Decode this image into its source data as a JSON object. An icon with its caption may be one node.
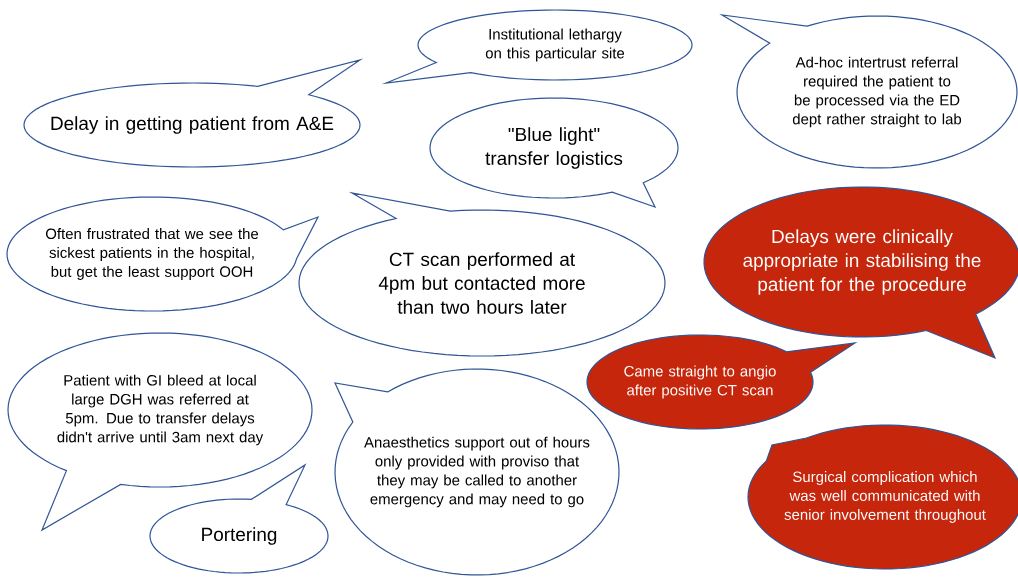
{
  "diagram": {
    "nodes": [
      {
        "text": [
          "Institutional lethargy on this particular site"
        ]
      },
      {
        "text": [
          "Delay in getting patient from A&E"
        ]
      },
      {
        "text": [
          "Ad-hoc intertrust referral required the patient to be processed via the ED dept rather straight to lab"
        ]
      },
      {
        "text": [
          "\"Blue light\" transfer logistics"
        ]
      },
      {
        "text": [
          "Often frustrated that we see the sickest patients in the hospital, but get the least support OOH"
        ]
      },
      {
        "text": [
          "CT scan performed at 4pm but contacted more than two hours later"
        ]
      },
      {
        "text": [
          "Delays were clinically appropriate in stabilising the patient for the procedure"
        ]
      },
      {
        "text": [
          "Came straight to angio after positive CT scan"
        ]
      },
      {
        "text": [
          "Patient with GI bleed at local large DGH was referred at 5pm. Due to transfer delays didn't arrive until 3am next day"
        ]
      },
      {
        "text": [
          "Portering"
        ]
      },
      {
        "text": [
          "Anaesthetics support out of hours only provided with proviso that they may be called to another emergency and may need to go"
        ]
      },
      {
        "text": [
          "Surgical complication which was well communicated with senior involvement throughout"
        ]
      }
    ]
  }
}
